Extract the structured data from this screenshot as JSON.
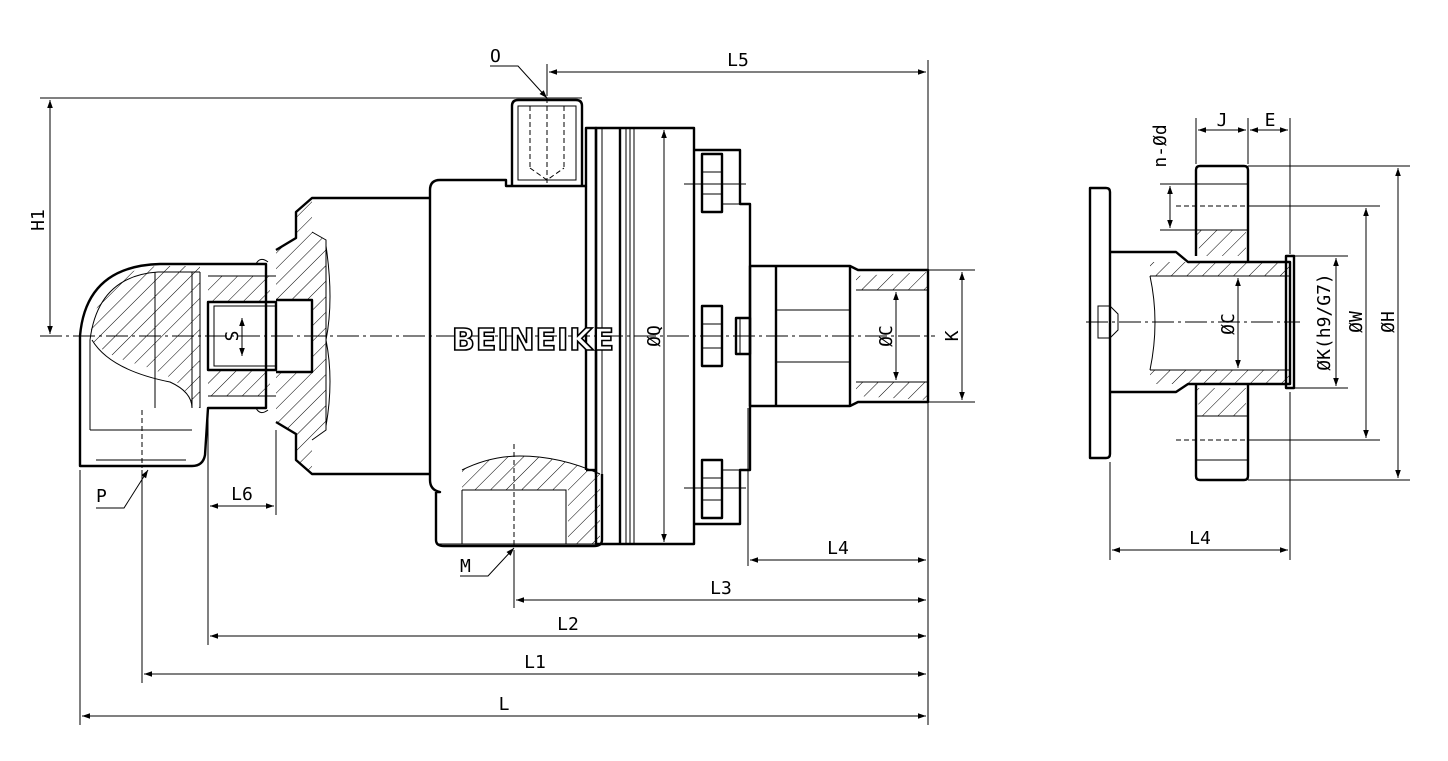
{
  "brand": "BEINEIKE",
  "labels": {
    "O": "O",
    "P": "P",
    "M": "M",
    "S": "S",
    "H1": "H1",
    "L": "L",
    "L1": "L1",
    "L2": "L2",
    "L3": "L3",
    "L4_main": "L4",
    "L4_side": "L4",
    "L5": "L5",
    "L6": "L6",
    "K": "K",
    "dQ": "ØQ",
    "dC_main": "ØC",
    "dC_side": "ØC",
    "dK": "ØK(h9/G7)",
    "dW": "ØW",
    "dH": "ØH",
    "nd": "n-Ød",
    "J": "J",
    "E": "E"
  }
}
